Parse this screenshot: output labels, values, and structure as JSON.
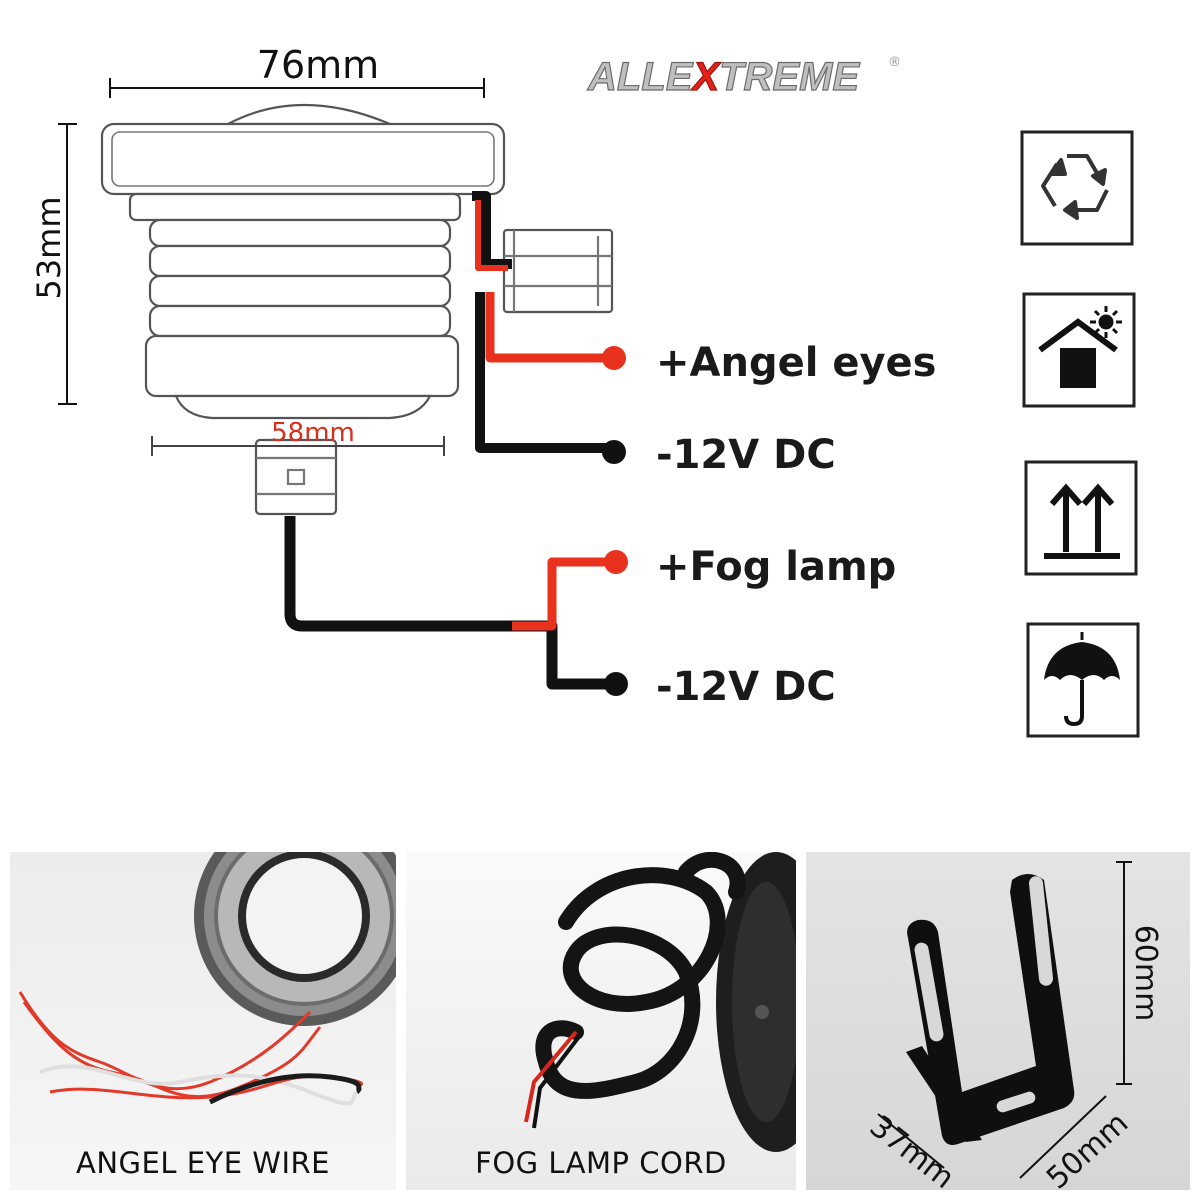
{
  "brand": {
    "logo_text": "ALLEXTREME",
    "registered": "®"
  },
  "dimensions": {
    "width": "76mm",
    "height": "53mm",
    "base_width": "58mm"
  },
  "wiring": [
    {
      "label": "+Angel eyes",
      "wire_color": "#e8321e"
    },
    {
      "label": "-12V DC",
      "wire_color": "#1a1a1a"
    },
    {
      "label": "+Fog lamp",
      "wire_color": "#e8321e"
    },
    {
      "label": "-12V DC",
      "wire_color": "#1a1a1a"
    }
  ],
  "handling_icons": [
    "recycle-icon",
    "keep-out-of-sun-icon",
    "this-way-up-icon",
    "keep-dry-icon"
  ],
  "photos": [
    {
      "caption": "ANGEL EYE WIRE"
    },
    {
      "caption": "FOG LAMP CORD"
    },
    {
      "caption": ""
    }
  ],
  "bracket": {
    "height": "60mm",
    "depth": "37mm",
    "width": "50mm"
  },
  "colors": {
    "positive": "#e8321e",
    "negative": "#1a1a1a",
    "dimension_red": "#d9301c"
  }
}
